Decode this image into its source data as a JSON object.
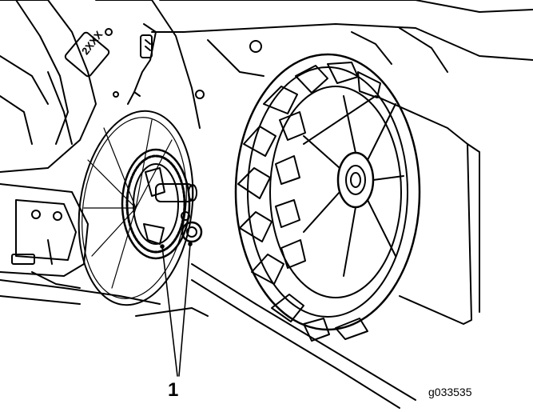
{
  "figure": {
    "callout_label": "1",
    "figure_code": "g033535",
    "plate_text": "2XXX"
  },
  "colors": {
    "line": "#000000",
    "background": "#ffffff"
  },
  "icons": {
    "callout_leader": "callout-leader-lines"
  }
}
